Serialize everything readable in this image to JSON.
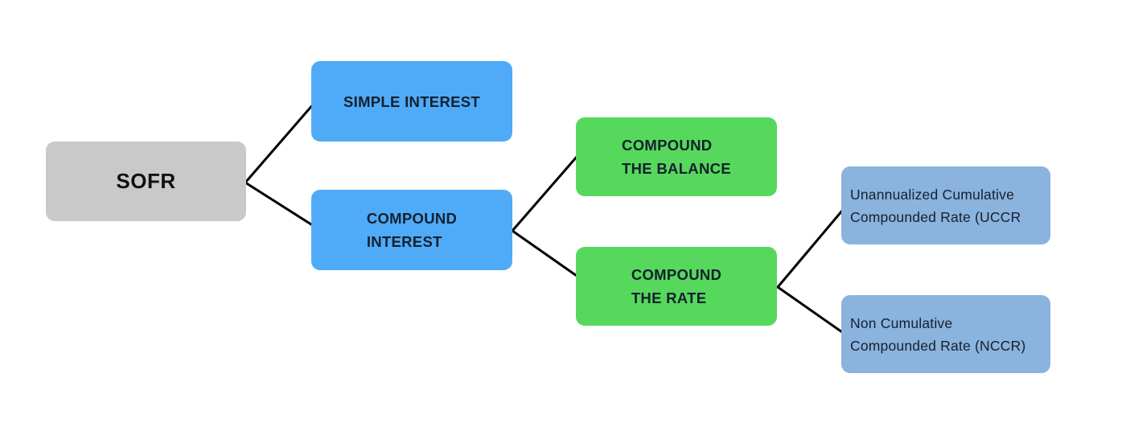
{
  "diagram": {
    "type": "tree-flowchart",
    "root_label": "SOFR",
    "colors": {
      "root_fill": "#c9c9c9",
      "level1_fill": "#4fabf7",
      "level2_fill": "#56d85c",
      "level3_fill": "#8ab3de",
      "text": "#15202f",
      "connector": "#000000",
      "background": "#ffffff"
    },
    "nodes": {
      "sofr": {
        "label": "SOFR"
      },
      "simple_interest": {
        "line1": "SIMPLE INTEREST"
      },
      "compound_interest": {
        "line1": "COMPOUND",
        "line2": "INTEREST"
      },
      "compound_balance": {
        "line1": "COMPOUND",
        "line2": "THE BALANCE"
      },
      "compound_rate": {
        "line1": "COMPOUND",
        "line2": "THE RATE"
      },
      "uccr": {
        "line1": "Unannualized Cumulative",
        "line2": "Compounded Rate (UCCR"
      },
      "nccr": {
        "line1": "Non Cumulative",
        "line2": "Compounded Rate (NCCR)"
      }
    },
    "edges": [
      {
        "from": "sofr",
        "to": "simple_interest"
      },
      {
        "from": "sofr",
        "to": "compound_interest"
      },
      {
        "from": "compound_interest",
        "to": "compound_balance"
      },
      {
        "from": "compound_interest",
        "to": "compound_rate"
      },
      {
        "from": "compound_rate",
        "to": "uccr"
      },
      {
        "from": "compound_rate",
        "to": "nccr"
      }
    ]
  }
}
